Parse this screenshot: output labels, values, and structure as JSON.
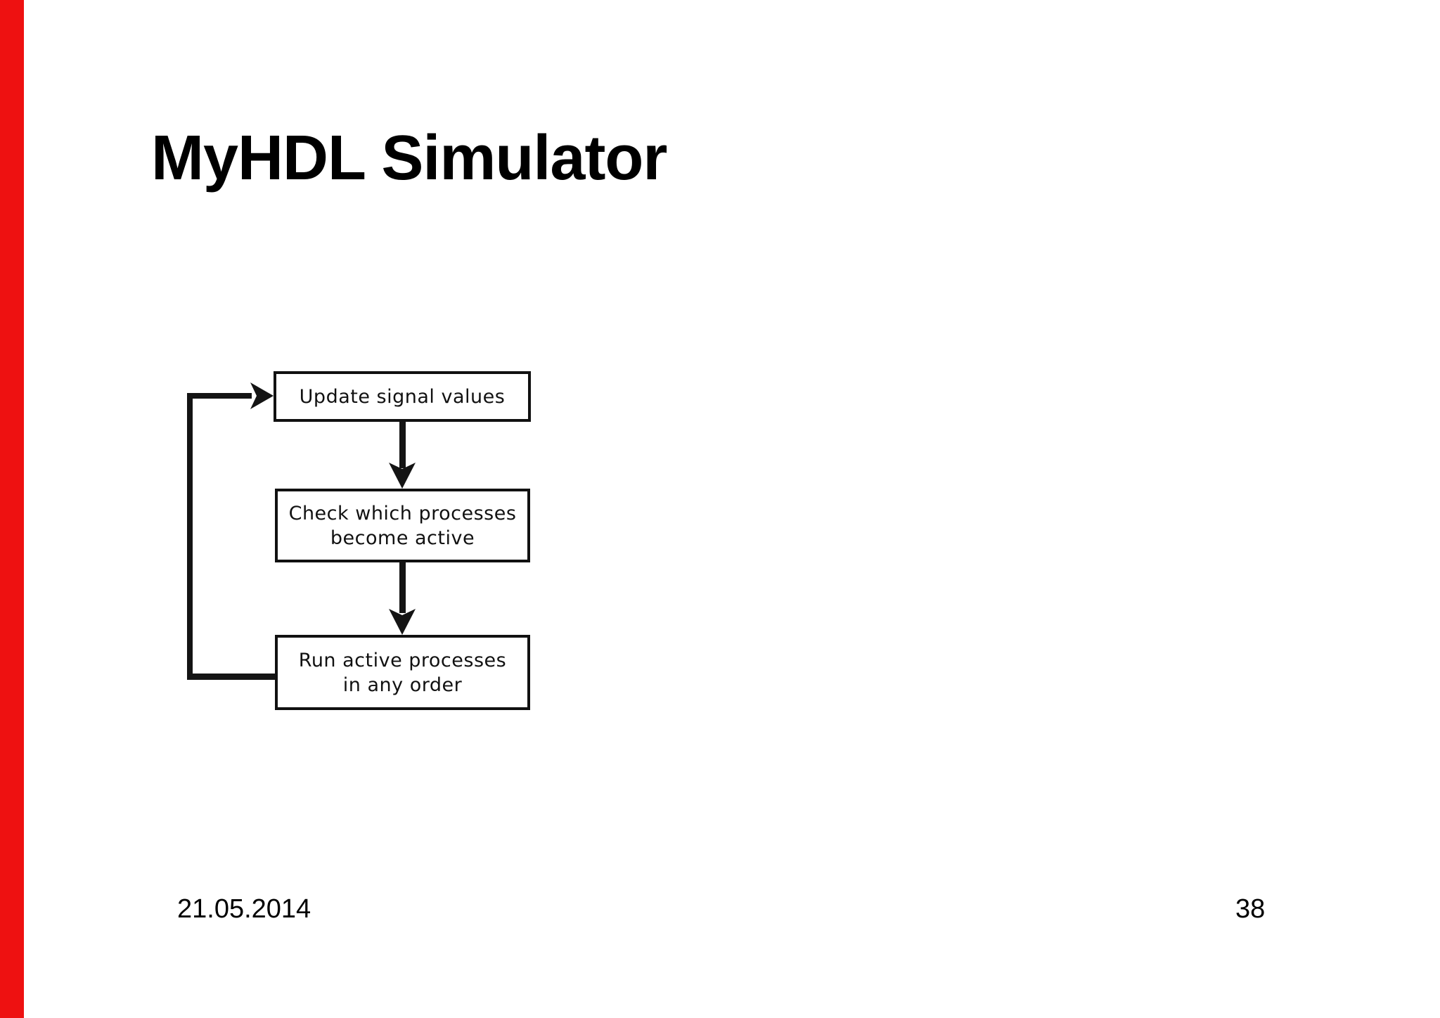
{
  "slide": {
    "title": "MyHDL Simulator",
    "footer": {
      "date": "21.05.2014",
      "page_number": "38"
    },
    "colors": {
      "accent_bar": "#ee1111",
      "ink": "#111111",
      "background": "#ffffff"
    }
  },
  "flowchart": {
    "nodes": [
      {
        "id": "update-signals",
        "lines": [
          "Update signal values",
          ""
        ]
      },
      {
        "id": "check-processes",
        "lines": [
          "Check which processes",
          "become active"
        ]
      },
      {
        "id": "run-processes",
        "lines": [
          "Run active processes",
          "in any order"
        ]
      }
    ],
    "edges": [
      {
        "from": "update-signals",
        "to": "check-processes",
        "style": "arrow-down"
      },
      {
        "from": "check-processes",
        "to": "run-processes",
        "style": "arrow-down"
      },
      {
        "from": "run-processes",
        "to": "update-signals",
        "style": "loop-back-left-up"
      }
    ]
  }
}
